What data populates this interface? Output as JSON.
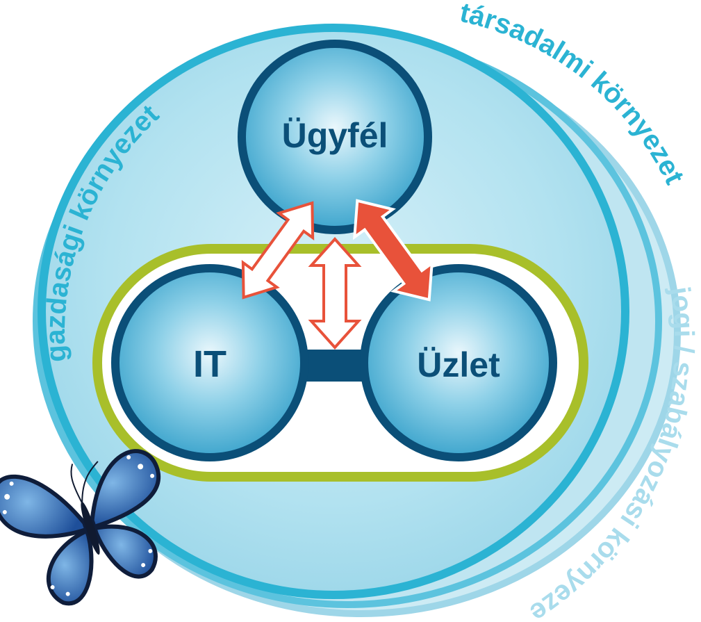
{
  "nodes": {
    "top": "Ügyfél",
    "left": "IT",
    "right": "Üzlet"
  },
  "environments": {
    "economic": "gazdasági környezet",
    "social": "társadalmi környezet",
    "legal": "jogi / szabályozási környezet"
  },
  "colors": {
    "outer_ring": "#2bb3d3",
    "outer_fill": "#a9deed",
    "node_border": "#0b4f78",
    "node_fill": "#39a6cd",
    "band_border": "#a8bf2a",
    "arrow_red": "#e8523a",
    "ring_text": "#2bb3d3"
  },
  "icons": {
    "decoration": "butterfly-icon",
    "arrows": [
      "double-arrow-outline-icon",
      "double-arrow-outline-icon",
      "double-arrow-filled-icon"
    ]
  }
}
